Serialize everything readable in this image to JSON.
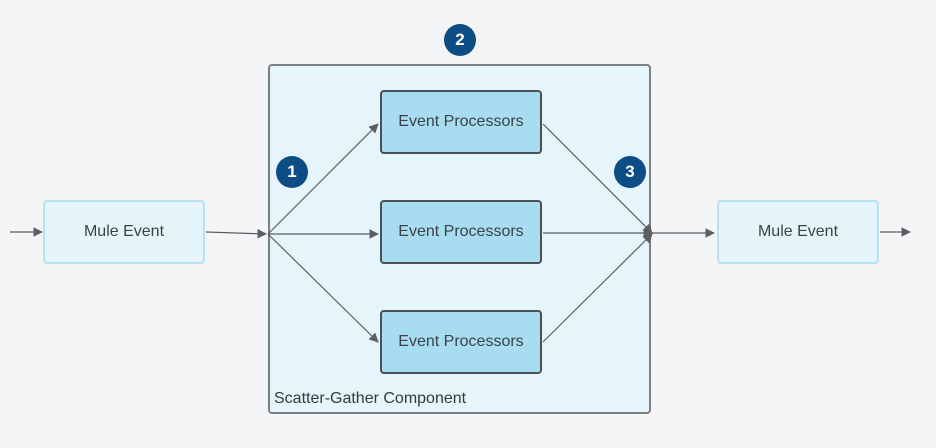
{
  "diagram": {
    "input_node_label": "Mule Event",
    "output_node_label": "Mule Event",
    "container_label": "Scatter-Gather Component",
    "processors": [
      {
        "label": "Event Processors"
      },
      {
        "label": "Event Processors"
      },
      {
        "label": "Event Processors"
      }
    ],
    "badges": [
      {
        "label": "1"
      },
      {
        "label": "2"
      },
      {
        "label": "3"
      }
    ],
    "colors": {
      "badge": "#0e4c86",
      "container_fill": "#e6f4fb",
      "processor_fill": "#a8dcf1",
      "mule_fill": "#e5f4fb",
      "edge": "#5b5f63"
    }
  }
}
